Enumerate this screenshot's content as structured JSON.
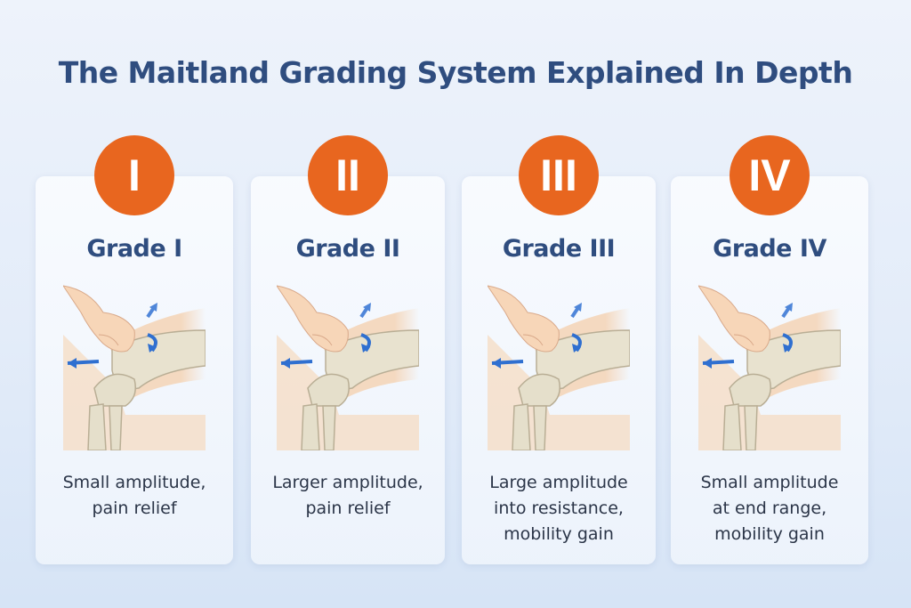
{
  "title": "The Maitland Grading System Explained In Depth",
  "colors": {
    "accent": "#e8661f",
    "heading": "#2f4d7f",
    "arrow": "#2f6fd0"
  },
  "cards": [
    {
      "numeral": "I",
      "label": "Grade I",
      "desc": [
        "Small amplitude,",
        "pain relief"
      ]
    },
    {
      "numeral": "II",
      "label": "Grade II",
      "desc": [
        "Larger amplitude,",
        "pain relief"
      ]
    },
    {
      "numeral": "III",
      "label": "Grade III",
      "desc": [
        "Large amplitude",
        "into resistance,",
        "mobility gain"
      ]
    },
    {
      "numeral": "IV",
      "label": "Grade IV",
      "desc": [
        "Small amplitude",
        "at end range,",
        "mobility gain"
      ]
    }
  ]
}
